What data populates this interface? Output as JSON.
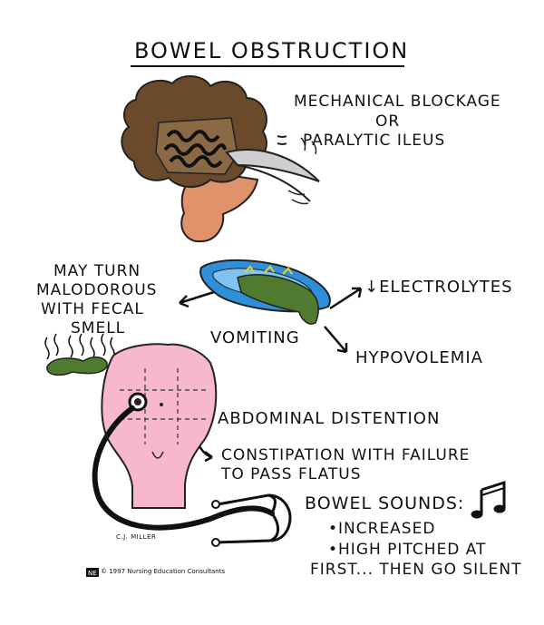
{
  "title": "BOWEL OBSTRUCTION",
  "cause": {
    "line1": "MECHANICAL BLOCKAGE",
    "line2": "OR",
    "line3": "PARALYTIC ILEUS"
  },
  "vomitus_note": {
    "line1": "MAY TURN",
    "line2": "MALODOROUS",
    "line3": "WITH FECAL",
    "line4": "SMELL"
  },
  "vomiting": "VOMITING",
  "electrolytes": "↓ELECTROLYTES",
  "hypovolemia": "HYPOVOLEMIA",
  "distention": "ABDOMINAL DISTENTION",
  "constipation": {
    "line1": "CONSTIPATION WITH FAILURE",
    "line2": "TO PASS FLATUS"
  },
  "bowel_sounds": {
    "heading": "BOWEL SOUNDS:",
    "item1": "•INCREASED",
    "item2": "•HIGH PITCHED AT",
    "item3": "FIRST... THEN GO SILENT"
  },
  "artist": "C.J. MILLER",
  "copyright": "© 1997 Nursing Education Consultants",
  "colors": {
    "bowel_brown": "#6b4a2b",
    "colon_orange": "#e0936a",
    "basin_blue": "#2f8fd8",
    "vomitus_green": "#4f7a2f",
    "abdomen_pink": "#f6b7cf",
    "ink": "#111111"
  }
}
